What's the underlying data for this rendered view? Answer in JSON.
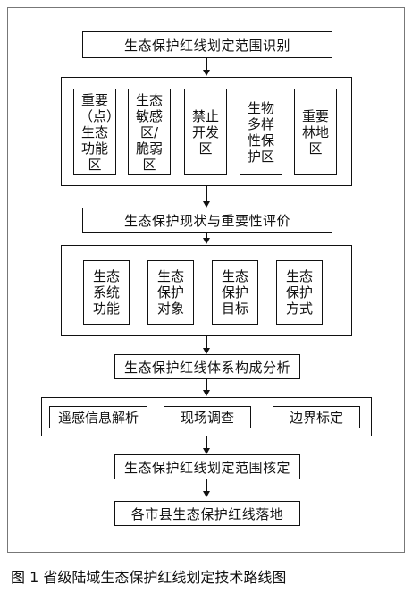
{
  "steps": [
    "生态保护红线划定范围识别",
    "生态保护现状与重要性评价",
    "生态保护红线体系构成分析",
    "生态保护红线划定范围核定",
    "各市县生态保护红线落地"
  ],
  "group1": [
    "重要（点）生态功能区",
    "生态敏感区/脆弱区",
    "禁止开发区",
    "生物多样性保护区",
    "重要林地区"
  ],
  "group2": [
    "生态系统功能",
    "生态保护对象",
    "生态保护目标",
    "生态保护方式"
  ],
  "group3": [
    "遥感信息解析",
    "现场调查",
    "边界标定"
  ],
  "caption": "图 1  省级陆域生态保护红线划定技术路线图"
}
